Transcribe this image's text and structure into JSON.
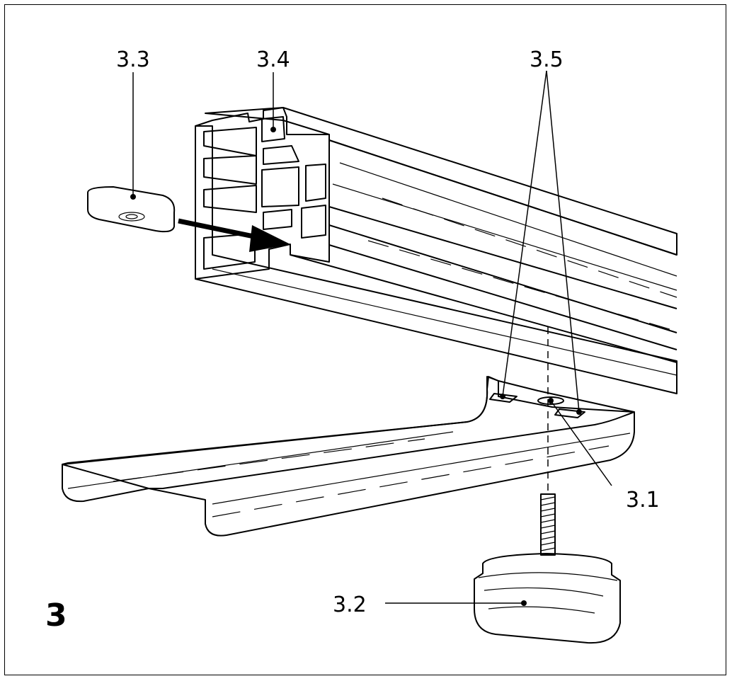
{
  "figure": {
    "step_number": "3",
    "callouts": {
      "c31": "3.1",
      "c32": "3.2",
      "c33": "3.3",
      "c34": "3.4",
      "c35": "3.5"
    },
    "colors": {
      "line": "#000000",
      "tray_fill": "#d6d6d6",
      "part_fill": "#6a6a6a",
      "background": "#ffffff"
    }
  }
}
